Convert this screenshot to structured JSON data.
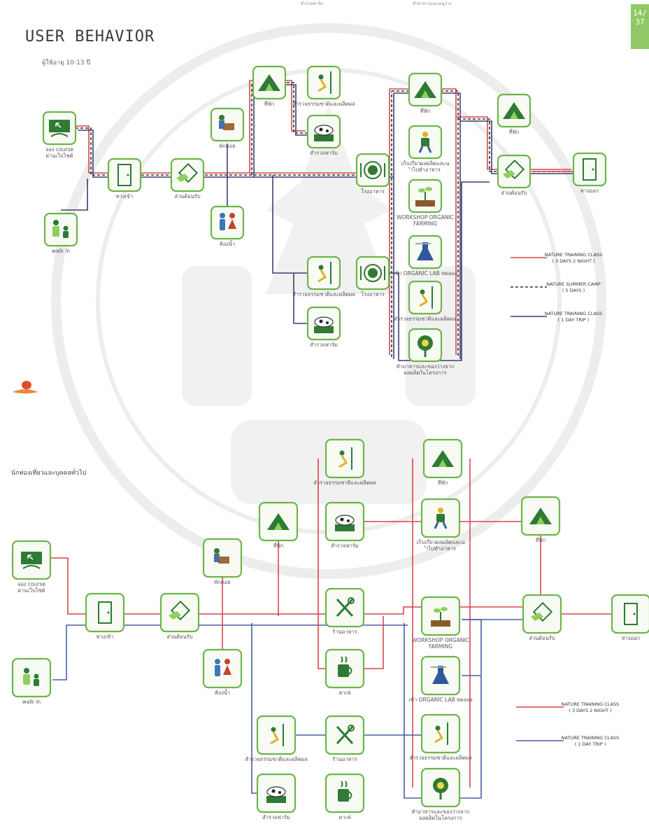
{
  "page": {
    "title": "USER BEHAVIOR",
    "subtitle": "ผู้ใช้อายุ 10-13 ปี",
    "section2_title": "นักท่องเที่ยวและบุคคลทั่วไป",
    "badge_top": "14/",
    "badge_bottom": "37",
    "crop_left": "สำรวจฟาร์ม",
    "crop_right": "ทำอาหารและเมนูว่าง"
  },
  "colors": {
    "red": "#d9454e",
    "blue": "#4a5fa6",
    "navy": "#3b3f6e",
    "dash": "#333333",
    "green": "#6db54a"
  },
  "diagram1": {
    "nodes": [
      {
        "id": "course",
        "label": "จอง course ผ่านเว็บไซต์",
        "icon": "laptop-icon"
      },
      {
        "id": "walkin",
        "label": "walk in",
        "icon": "family-icon"
      },
      {
        "id": "entrance",
        "label": "ทางเข้า",
        "icon": "door-icon"
      },
      {
        "id": "reception",
        "label": "ส่วนต้อนรับ",
        "icon": "reception-icon"
      },
      {
        "id": "lounge",
        "label": "พักคอย",
        "icon": "rest-icon"
      },
      {
        "id": "toilet",
        "label": "ห้องน้ำ",
        "icon": "toilet-icon"
      },
      {
        "id": "tent1",
        "label": "ที่พัก",
        "icon": "tent-icon"
      },
      {
        "id": "nature1",
        "label": "สำรวจธรรมชาติและผลิตผล",
        "icon": "hiker-icon"
      },
      {
        "id": "farm1",
        "label": "สำรวจฟาร์ม",
        "icon": "cow-icon"
      },
      {
        "id": "food1",
        "label": "โรงอาหาร",
        "icon": "plate-icon"
      },
      {
        "id": "nature2",
        "label": "สำรวจธรรมชาติและผลิตผล",
        "icon": "hiker-icon"
      },
      {
        "id": "food2",
        "label": "โรงอาหาร",
        "icon": "plate-icon"
      },
      {
        "id": "farm2",
        "label": "สำรวจฟาร์ม",
        "icon": "cow-icon"
      },
      {
        "id": "tent2",
        "label": "ที่พัก",
        "icon": "tent-icon"
      },
      {
        "id": "harvest",
        "label": "เก็บเกี่ยวผลผลิตและนำไปทำอาหาร",
        "icon": "farmer-icon"
      },
      {
        "id": "workshop",
        "label": "WORKSHOP ORGANIC FARMING",
        "icon": "sprout-icon"
      },
      {
        "id": "lab",
        "label": "เข้า ORGANIC LAB ทดลอง",
        "icon": "flask-icon"
      },
      {
        "id": "nature3",
        "label": "สำรวจธรรมชาติและผลิตผล",
        "icon": "hiker-icon"
      },
      {
        "id": "cook",
        "label": "ทำอาหารและของว่างจากผลผลิตในโครงการ",
        "icon": "pan-icon"
      },
      {
        "id": "tent3",
        "label": "ที่พัก",
        "icon": "tent-icon"
      },
      {
        "id": "reception2",
        "label": "ส่วนต้อนรับ",
        "icon": "reception-icon"
      },
      {
        "id": "exit",
        "label": "ทางออก",
        "icon": "door-icon"
      }
    ],
    "legend": [
      {
        "line1": "NATURE TRAINING CLASS",
        "line2": "( 3 DAYS 2 NIGHT )",
        "style": "red"
      },
      {
        "line1": "NATURE SUMMER CAMP",
        "line2": "( 5 DAYS )",
        "style": "dash"
      },
      {
        "line1": "NATURE TRAINING CLASS",
        "line2": "( 1 DAY TRIP )",
        "style": "navy"
      }
    ]
  },
  "diagram2": {
    "nodes": [
      {
        "id": "course",
        "label": "จอง course ผ่านเว็บไซต์",
        "icon": "laptop-icon"
      },
      {
        "id": "walkin",
        "label": "walk in",
        "icon": "family-icon"
      },
      {
        "id": "entrance",
        "label": "ทางเข้า",
        "icon": "door-icon"
      },
      {
        "id": "reception",
        "label": "ส่วนต้อนรับ",
        "icon": "reception-icon"
      },
      {
        "id": "lounge",
        "label": "พักคอย",
        "icon": "rest-icon"
      },
      {
        "id": "toilet",
        "label": "ห้องน้ำ",
        "icon": "toilet-icon"
      },
      {
        "id": "tent1",
        "label": "ที่พัก",
        "icon": "tent-icon"
      },
      {
        "id": "nature1",
        "label": "สำรวจธรรมชาติและผลิตผล",
        "icon": "hiker-icon"
      },
      {
        "id": "farm1",
        "label": "สำรวจฟาร์ม",
        "icon": "cow-icon"
      },
      {
        "id": "rest1",
        "label": "ร้านอาหาร",
        "icon": "utensils-icon"
      },
      {
        "id": "cafe1",
        "label": "คาเฟ่",
        "icon": "mug-icon"
      },
      {
        "id": "nature2",
        "label": "สำรวจธรรมชาติและผลิตผล",
        "icon": "hiker-icon"
      },
      {
        "id": "rest2",
        "label": "ร้านอาหาร",
        "icon": "utensils-icon"
      },
      {
        "id": "farm2",
        "label": "สำรวจฟาร์ม",
        "icon": "cow-icon"
      },
      {
        "id": "cafe2",
        "label": "คาเฟ่",
        "icon": "mug-icon"
      },
      {
        "id": "tent2",
        "label": "ที่พัก",
        "icon": "tent-icon"
      },
      {
        "id": "harvest",
        "label": "เก็บเกี่ยวผลผลิตและนำไปทำอาหาร",
        "icon": "farmer-icon"
      },
      {
        "id": "workshop",
        "label": "WORKSHOP ORGANIC FARMING",
        "icon": "sprout-icon"
      },
      {
        "id": "lab",
        "label": "เข้า ORGANIC LAB ทดลอง",
        "icon": "flask-icon"
      },
      {
        "id": "nature3",
        "label": "สำรวจธรรมชาติและผลิตผล",
        "icon": "hiker-icon"
      },
      {
        "id": "cook",
        "label": "ทำอาหารและของว่างจากผลผลิตในโครงการ",
        "icon": "pan-icon"
      },
      {
        "id": "tent3",
        "label": "ที่พัก",
        "icon": "tent-icon"
      },
      {
        "id": "reception2",
        "label": "ส่วนต้อนรับ",
        "icon": "reception-icon"
      },
      {
        "id": "exit",
        "label": "ทางออก",
        "icon": "door-icon"
      }
    ],
    "legend": [
      {
        "line1": "NATURE TRAINING CLASS",
        "line2": "( 3 DAYS 2 NIGHT )",
        "style": "red"
      },
      {
        "line1": "NATURE TRAINING CLASS",
        "line2": "( 1 DAY TRIP )",
        "style": "blue"
      }
    ]
  }
}
